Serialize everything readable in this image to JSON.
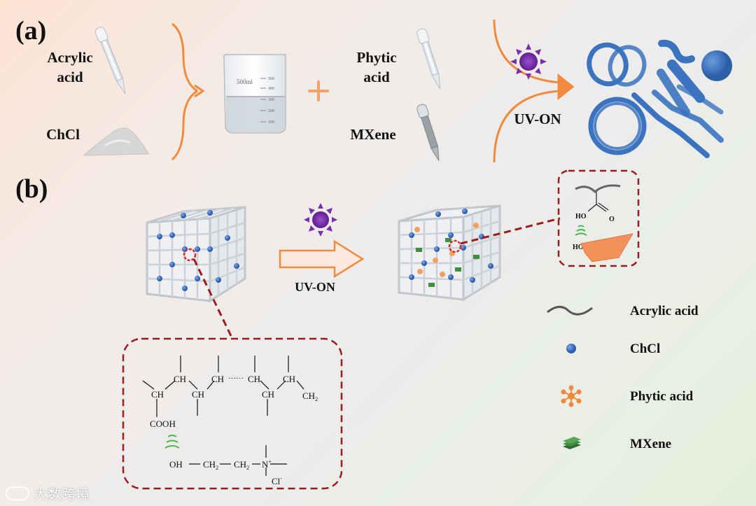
{
  "panel_a": {
    "label": "(a)",
    "acrylic_acid": "Acrylic acid",
    "chcl": "ChCl",
    "phytic_acid": "Phytic acid",
    "mxene": "MXene",
    "uv_label": "UV-ON",
    "beaker_volume": "500ml",
    "beaker_ticks": [
      "500",
      "400",
      "300",
      "200",
      "100"
    ]
  },
  "panel_b": {
    "label": "(b)",
    "uv_label": "UV-ON",
    "structure": {
      "ch": "CH",
      "ch2": "CH",
      "ch2_sub": "2",
      "cooh": "COOH",
      "oh": "OH",
      "n_plus": "N",
      "plus": "+",
      "cl_minus": "Cl",
      "minus": "-",
      "dots": "······"
    },
    "hbond_inset": {
      "ho_top": "HO",
      "o": "O",
      "ho_bottom": "HO"
    }
  },
  "legend": [
    {
      "label": "Acrylic acid",
      "icon": "wavy-line-icon"
    },
    {
      "label": "ChCl",
      "icon": "blue-sphere-icon"
    },
    {
      "label": "Phytic acid",
      "icon": "phytic-acid-icon"
    },
    {
      "label": "MXene",
      "icon": "mxene-stack-icon"
    }
  ],
  "watermark": {
    "text": "大数跨境"
  },
  "colors": {
    "orange": "#f08a3c",
    "dark_red": "#9b1c1c",
    "blue": "#3b73c0",
    "purple": "#7a2fa8",
    "green": "#3f8f3f"
  }
}
